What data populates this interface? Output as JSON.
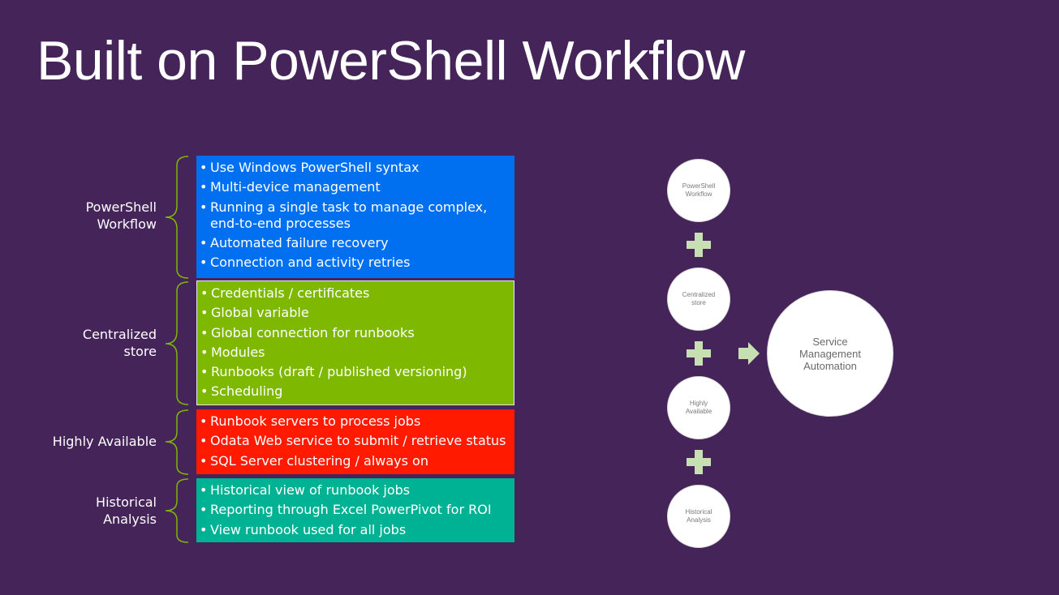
{
  "title": "Built on PowerShell Workflow",
  "groups": [
    {
      "label": "PowerShell Workflow",
      "label_lines": [
        "PowerShell",
        "Workflow"
      ],
      "color": "#0070f0",
      "items": [
        "Use Windows PowerShell syntax",
        "Multi-device management",
        "Running a single task to manage complex, end-to-end processes",
        "Automated failure recovery",
        "Connection and activity retries"
      ]
    },
    {
      "label": "Centralized store",
      "label_lines": [
        "Centralized",
        "store"
      ],
      "color": "#7fb800",
      "items": [
        "Credentials / certificates",
        "Global variable",
        "Global connection for runbooks",
        "Modules",
        "Runbooks (draft / published versioning)",
        "Scheduling"
      ]
    },
    {
      "label": "Highly Available",
      "label_lines": [
        "Highly Available"
      ],
      "color": "#ff1a00",
      "items": [
        "Runbook servers to process jobs",
        "Odata Web service to submit / retrieve status",
        "SQL Server clustering / always on"
      ]
    },
    {
      "label": "Historical Analysis",
      "label_lines": [
        "Historical",
        "Analysis"
      ],
      "color": "#00b294",
      "items": [
        "Historical view of runbook jobs",
        "Reporting through Excel PowerPivot for ROI",
        "View runbook used for all jobs"
      ]
    }
  ],
  "diagram": {
    "nodes": [
      "PowerShell Workflow",
      "Centralized store",
      "Highly Available",
      "Historical Analysis"
    ],
    "result": "Service Management Automation",
    "connector_color": "#c6dfb3",
    "bullet": "•"
  }
}
